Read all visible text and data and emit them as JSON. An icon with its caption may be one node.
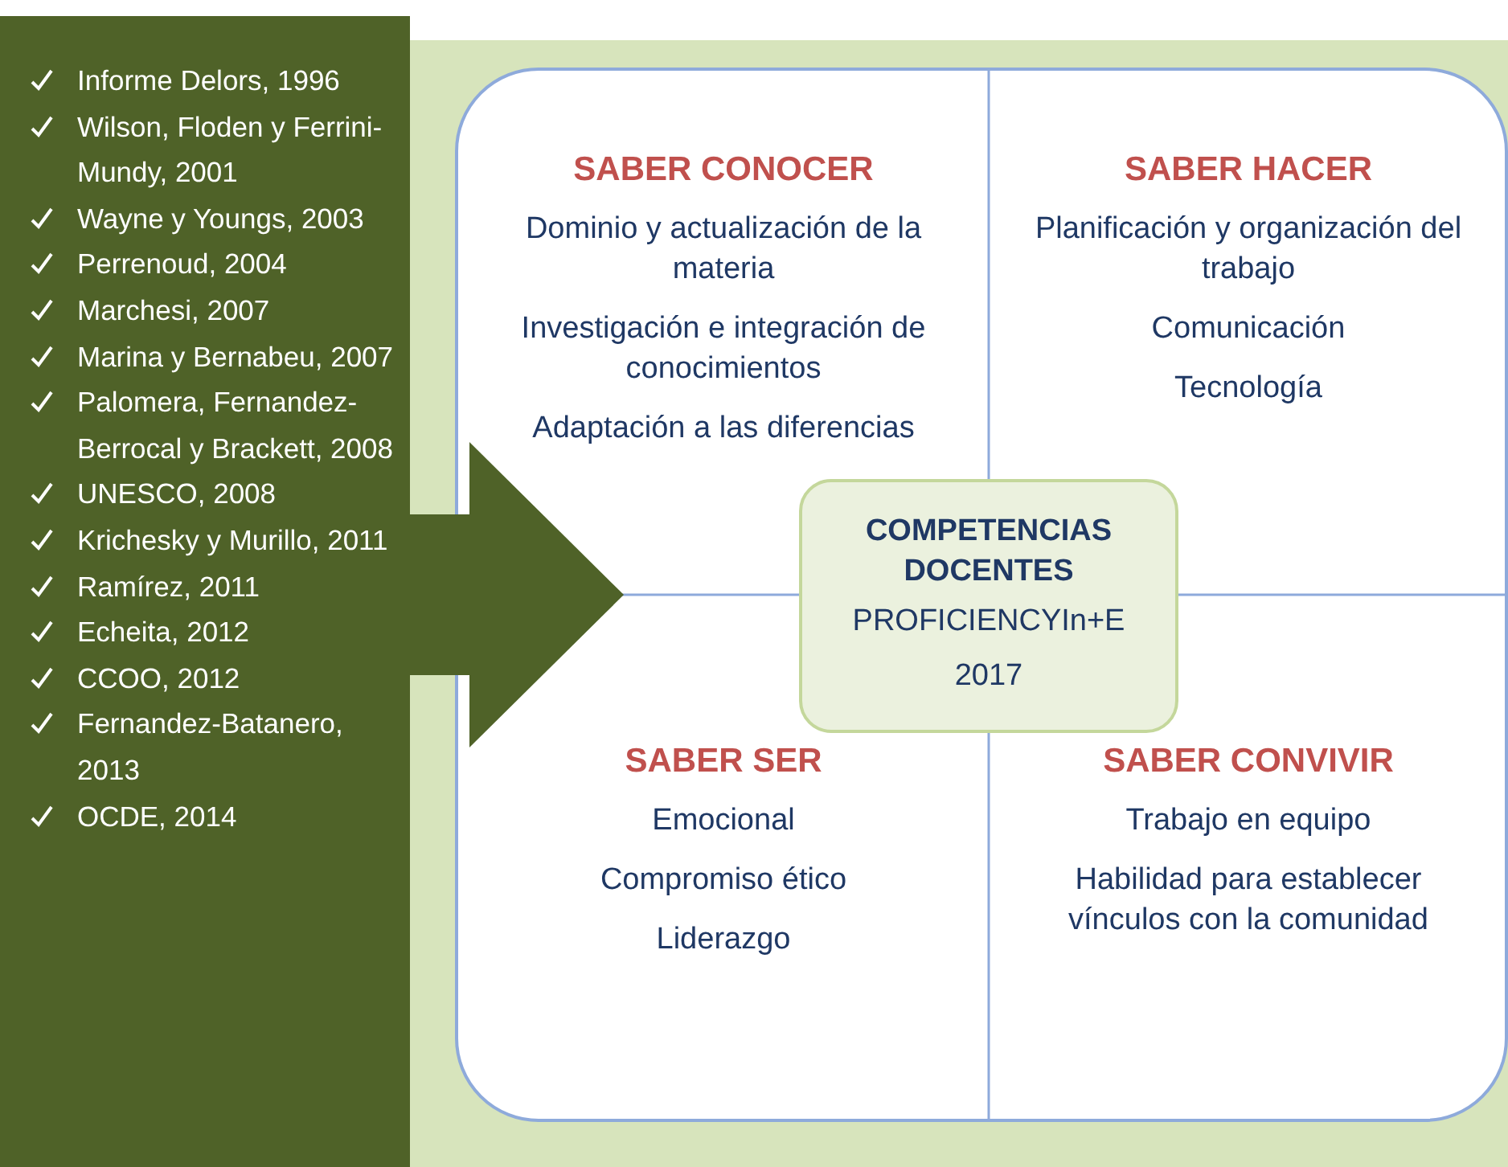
{
  "diagram": {
    "nodes": [
      {
        "text": [
          "Informe Delors, 1996",
          "Wilson, Floden y Ferrini-Mundy, 2001",
          "Wayne y Youngs, 2003",
          "Perrenoud, 2004",
          "Marchesi, 2007",
          "Marina y Bernabeu, 2007",
          "Palomera, Fernandez-Berrocal y Brackett, 2008",
          "UNESCO, 2008",
          "Krichesky y Murillo, 2011",
          "Ramírez, 2011",
          "Echeita, 2012",
          "CCOO, 2012",
          "Fernandez-Batanero, 2013",
          "OCDE, 2014"
        ]
      },
      {
        "text": [],
        "shape": "box"
      },
      {
        "text": [
          "SABER CONOCER",
          "Dominio y actualización de la materia",
          "Investigación e integración de conocimientos",
          "Adaptación a las diferencias"
        ],
        "in": 1
      },
      {
        "text": [
          "SABER HACER",
          "Planificación y organización del trabajo",
          "Comunicación",
          "Tecnología"
        ],
        "in": 1
      },
      {
        "text": [
          "SABER SER",
          "Emocional",
          "Compromiso ético",
          "Liderazgo"
        ],
        "in": 1
      },
      {
        "text": [
          "SABER CONVIVIR",
          "Trabajo en equipo",
          "Habilidad para establecer vínculos con la comunidad"
        ],
        "in": 1
      },
      {
        "text": [
          "COMPETENCIAS DOCENTES",
          "PROFICIENCYIn+E",
          "2017"
        ],
        "in": 1
      }
    ],
    "edges": [
      {
        "from": 0,
        "to": 1,
        "arrow": "to"
      }
    ]
  }
}
